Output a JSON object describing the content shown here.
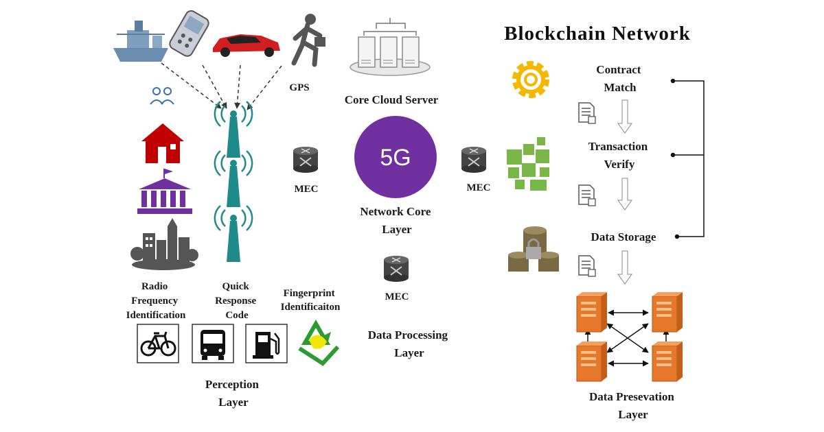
{
  "title": "Blockchain Network",
  "core_cloud_server": "Core Cloud Server",
  "gps": "GPS",
  "network_core_badge": "5G",
  "network_core_layer": [
    "Network Core",
    "Layer"
  ],
  "mec_left": "MEC",
  "mec_right": "MEC",
  "mec_bottom": "MEC",
  "rfid": [
    "Radio",
    "Frequency",
    "Identification"
  ],
  "qr_code": [
    "Quick",
    "Response",
    "Code"
  ],
  "fingerprint": [
    "Fingerprint",
    "Identificaiton"
  ],
  "data_processing_layer": [
    "Data Processing",
    "Layer"
  ],
  "perception_layer": [
    "Perception",
    "Layer"
  ],
  "contract_match": [
    "Contract",
    "Match"
  ],
  "transaction_verify": [
    "Transaction",
    "Verify"
  ],
  "data_storage": "Data Storage",
  "data_preservation_layer": [
    "Data Presevation",
    "Layer"
  ],
  "colors": {
    "purple": "#7030a0",
    "teal": "#1f8a8a",
    "red": "#c00000",
    "gold": "#f5b800",
    "green": "#7ab648",
    "orange": "#e5782a",
    "steel": "#6a8cae"
  }
}
